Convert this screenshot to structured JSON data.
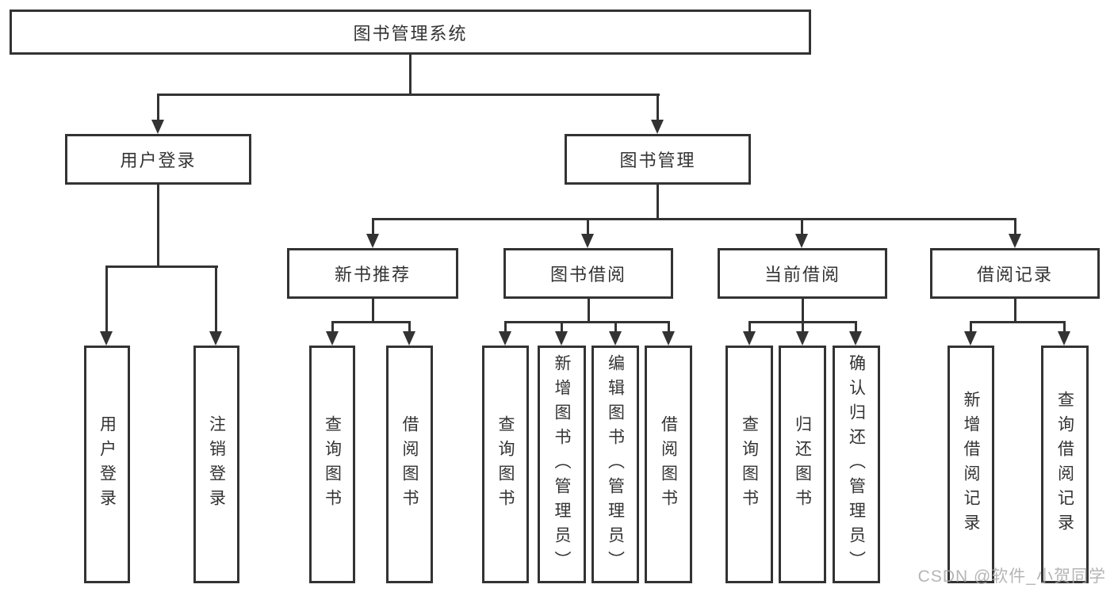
{
  "tree": {
    "label": "图书管理系统",
    "children": [
      {
        "label": "用户登录",
        "children": [
          {
            "label": "用户登录"
          },
          {
            "label": "注销登录"
          }
        ]
      },
      {
        "label": "图书管理",
        "children": [
          {
            "label": "新书推荐",
            "children": [
              {
                "label": "查询图书"
              },
              {
                "label": "借阅图书"
              }
            ]
          },
          {
            "label": "图书借阅",
            "children": [
              {
                "label": "查询图书"
              },
              {
                "label": "新增图书（管理员）"
              },
              {
                "label": "编辑图书（管理员）"
              },
              {
                "label": "借阅图书"
              }
            ]
          },
          {
            "label": "当前借阅",
            "children": [
              {
                "label": "查询图书"
              },
              {
                "label": "归还图书"
              },
              {
                "label": "确认归还（管理员）"
              }
            ]
          },
          {
            "label": "借阅记录",
            "children": [
              {
                "label": "新增借阅记录"
              },
              {
                "label": "查询借阅记录"
              }
            ]
          }
        ]
      }
    ]
  },
  "watermark": "CSDN @软件_小贺同学",
  "colors": {
    "line": "#333333",
    "text": "#333333",
    "watermark": "#a9a9a9",
    "background": "#ffffff"
  }
}
